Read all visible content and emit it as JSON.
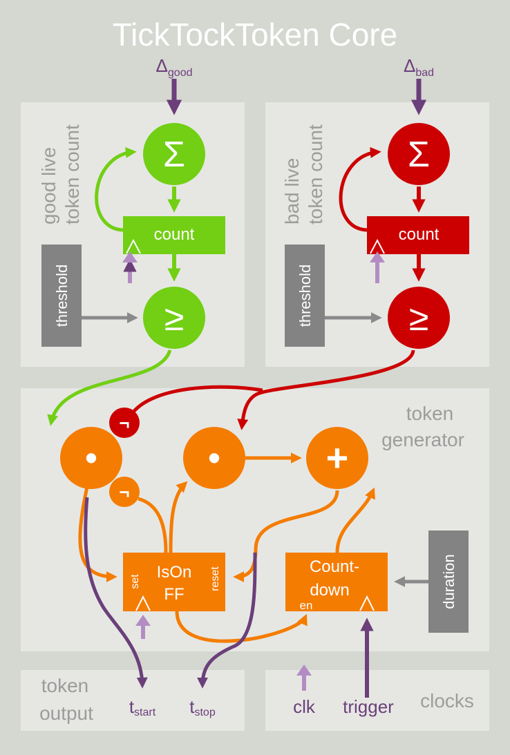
{
  "title": "TickTockToken Core",
  "inputs": {
    "delta_good": {
      "symbol": "Δ",
      "sub": "good"
    },
    "delta_bad": {
      "symbol": "Δ",
      "sub": "bad"
    }
  },
  "good_panel": {
    "label_line1": "good live",
    "label_line2": "token count",
    "sum_symbol": "Σ",
    "count_label": "count",
    "threshold_label": "threshold",
    "compare_symbol": "≥"
  },
  "bad_panel": {
    "label_line1": "bad live",
    "label_line2": "token count",
    "sum_symbol": "Σ",
    "count_label": "count",
    "threshold_label": "threshold",
    "compare_symbol": "≥"
  },
  "generator": {
    "label_line1": "token",
    "label_line2": "generator",
    "and_symbol": "•",
    "or_symbol": "+",
    "not_symbol": "¬",
    "ff": {
      "line1": "IsOn",
      "line2": "FF",
      "set": "set",
      "reset": "reset"
    },
    "countdown": {
      "line1": "Count-",
      "line2": "down",
      "en": "en"
    },
    "duration_label": "duration",
    "clock_mark": "^"
  },
  "output": {
    "label_line1": "token",
    "label_line2": "output",
    "t_start": {
      "symbol": "t",
      "sub": "start"
    },
    "t_stop": {
      "symbol": "t",
      "sub": "stop"
    }
  },
  "clocks": {
    "clk": "clk",
    "trigger": "trigger",
    "label": "clocks"
  },
  "colors": {
    "background": "#d5d7d1",
    "panel": "#e6e7e3",
    "title": "#ffffff",
    "green": "#72cf14",
    "red": "#cc0000",
    "orange": "#f47c00",
    "purple": "#6b3f7a",
    "light_purple": "#b48cc4",
    "gray_box": "#838383",
    "arrow_gray": "#8a8a8a",
    "label_gray": "#9c9c9c"
  }
}
